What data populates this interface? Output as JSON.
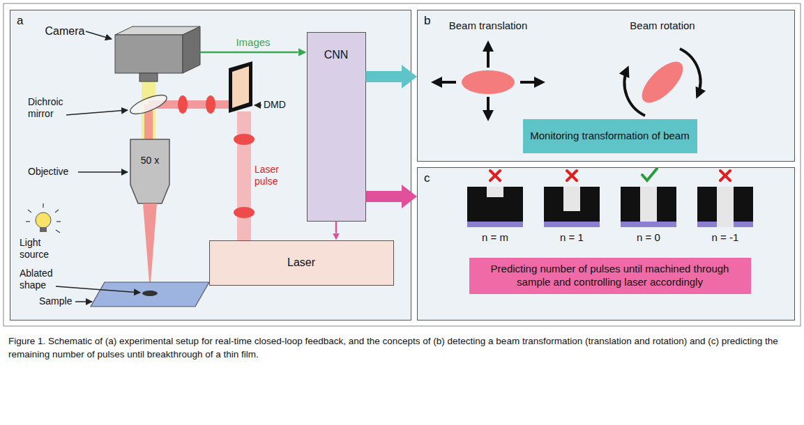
{
  "diagram": {
    "caption": "Figure 1. Schematic of (a) experimental setup for real-time closed-loop feedback, and the concepts of (b) detecting a beam transformation (translation and rotation) and (c) predicting the remaining number of pulses until breakthrough of a thin film.",
    "nodes": [
      {
        "text": [
          "a"
        ]
      },
      {
        "text": [
          "Camera"
        ],
        "in": 0
      },
      {
        "text": [
          "CNN"
        ],
        "in": 0
      },
      {
        "text": [
          "Laser"
        ],
        "in": 0
      },
      {
        "text": [
          "b"
        ]
      },
      {
        "text": [
          "Monitoring transformation of beam"
        ],
        "in": 4
      },
      {
        "text": [
          "c"
        ]
      },
      {
        "text": [
          "Predicting number of pulses until machined through sample and controlling laser accordingly"
        ],
        "in": 6
      }
    ],
    "edges": [
      {
        "from": 1,
        "to": 2,
        "label": "Images",
        "arrow": "to"
      },
      {
        "from": 2,
        "to": 4,
        "arrow": "to"
      },
      {
        "from": 2,
        "to": 6,
        "arrow": "to"
      },
      {
        "from": 2,
        "to": 3,
        "arrow": "to"
      }
    ],
    "labels": [
      "Dichroic mirror",
      "DMD",
      "Objective",
      "50 x",
      "Light source",
      "Ablated shape",
      "Sample",
      "Laser pulse",
      "Beam translation",
      "Beam rotation",
      "n = m",
      "n = 1",
      "n = 0",
      "n = -1"
    ]
  }
}
